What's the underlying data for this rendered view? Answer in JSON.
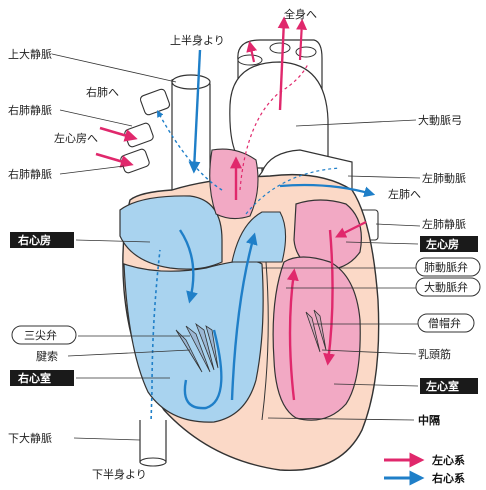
{
  "colors": {
    "oxygen_rich": "#e0286c",
    "oxygen_poor": "#1f7fc8",
    "left_chamber_fill": "#f2a9c4",
    "right_chamber_fill": "#a9d3ef",
    "muscle_fill": "#fbd9c7",
    "vessel_fill": "#ffffff",
    "outline": "#333333",
    "badge_fill": "#1a1a1a"
  },
  "labels": {
    "upper_vena_cava": "上大静脈",
    "upper_body_from": "上半身より",
    "to_whole_body": "全身へ",
    "to_right_lung": "右肺へ",
    "right_pulmonary_vein": "右肺静脈",
    "to_left_atrium": "左心房へ",
    "right_pulmonary_vein_2": "右肺静脈",
    "aortic_arch": "大動脈弓",
    "left_pulmonary_artery": "左肺動脈",
    "to_left_lung": "左肺へ",
    "left_pulmonary_vein": "左肺静脈",
    "right_atrium": "右心房",
    "left_atrium": "左心房",
    "pulmonary_valve": "肺動脈弁",
    "aortic_valve": "大動脈弁",
    "tricuspid_valve": "三尖弁",
    "mitral_valve": "僧帽弁",
    "chordae": "腱索",
    "papillary_muscle": "乳頭筋",
    "right_ventricle": "右心室",
    "left_ventricle": "左心室",
    "septum": "中隔",
    "lower_vena_cava": "下大静脈",
    "lower_body_from": "下半身より"
  },
  "legend": [
    {
      "label": "左心系",
      "color": "#e0286c"
    },
    {
      "label": "右心系",
      "color": "#1f7fc8"
    }
  ]
}
